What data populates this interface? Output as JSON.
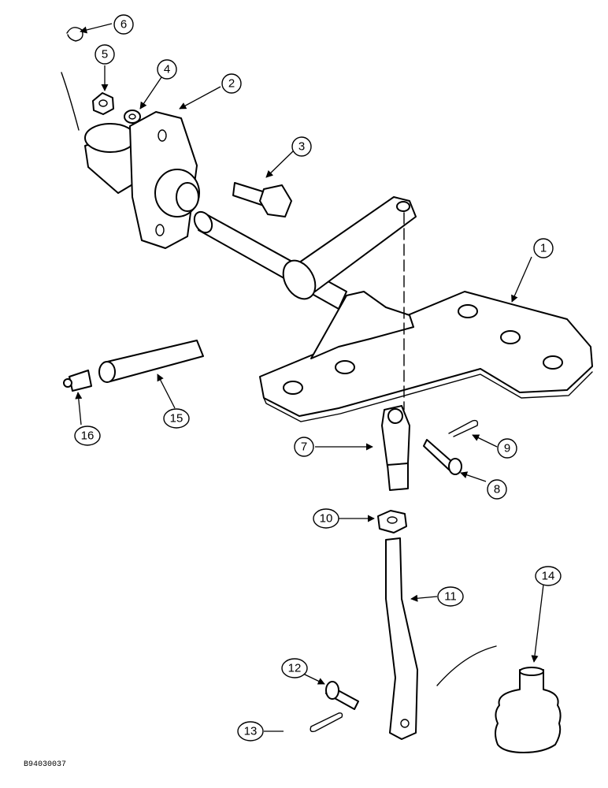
{
  "figure_id": "B94030037",
  "callouts": [
    {
      "label": "1"
    },
    {
      "label": "2"
    },
    {
      "label": "3"
    },
    {
      "label": "4"
    },
    {
      "label": "5"
    },
    {
      "label": "6"
    },
    {
      "label": "7"
    },
    {
      "label": "8"
    },
    {
      "label": "9"
    },
    {
      "label": "10"
    },
    {
      "label": "11"
    },
    {
      "label": "12"
    },
    {
      "label": "13"
    },
    {
      "label": "14"
    },
    {
      "label": "15"
    },
    {
      "label": "16"
    }
  ]
}
